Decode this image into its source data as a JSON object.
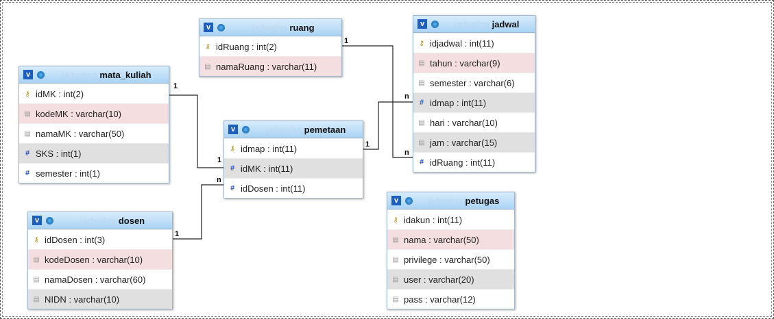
{
  "tables": [
    {
      "id": "ruang",
      "db": "jadwalga",
      "name": "ruang",
      "rows": [
        {
          "icon": "key",
          "field": "idRuang : int(2)",
          "bg": "white"
        },
        {
          "icon": "txt",
          "field": "namaRuang : varchar(11)",
          "bg": "pink"
        }
      ]
    },
    {
      "id": "jadwal",
      "db": "jadwalga",
      "name": "jadwal",
      "rows": [
        {
          "icon": "key",
          "field": "idjadwal : int(11)",
          "bg": "white"
        },
        {
          "icon": "txt",
          "field": "tahun : varchar(9)",
          "bg": "pink"
        },
        {
          "icon": "txt",
          "field": "semester : varchar(6)",
          "bg": "white"
        },
        {
          "icon": "hash",
          "field": "idmap : int(11)",
          "bg": "gray"
        },
        {
          "icon": "txt",
          "field": "hari : varchar(10)",
          "bg": "white"
        },
        {
          "icon": "txt",
          "field": "jam : varchar(15)",
          "bg": "gray"
        },
        {
          "icon": "hash",
          "field": "idRuang : int(11)",
          "bg": "white"
        }
      ]
    },
    {
      "id": "mata_kuliah",
      "db": "jadwalga",
      "name": "mata_kuliah",
      "rows": [
        {
          "icon": "key",
          "field": "idMK : int(2)",
          "bg": "white"
        },
        {
          "icon": "txt",
          "field": "kodeMK : varchar(10)",
          "bg": "pink"
        },
        {
          "icon": "txt",
          "field": "namaMK : varchar(50)",
          "bg": "white"
        },
        {
          "icon": "hash",
          "field": "SKS : int(1)",
          "bg": "gray"
        },
        {
          "icon": "hash",
          "field": "semester : int(1)",
          "bg": "white"
        }
      ]
    },
    {
      "id": "pemetaan",
      "db": "jadwalga",
      "name": "pemetaan",
      "rows": [
        {
          "icon": "key",
          "field": "idmap : int(11)",
          "bg": "white"
        },
        {
          "icon": "hash",
          "field": "idMK : int(11)",
          "bg": "gray"
        },
        {
          "icon": "hash",
          "field": "idDosen : int(11)",
          "bg": "white"
        }
      ]
    },
    {
      "id": "petugas",
      "db": "jadwalga",
      "name": "petugas",
      "rows": [
        {
          "icon": "key",
          "field": "idakun : int(11)",
          "bg": "white"
        },
        {
          "icon": "txt",
          "field": "nama : varchar(50)",
          "bg": "pink"
        },
        {
          "icon": "txt",
          "field": "privilege : varchar(50)",
          "bg": "white"
        },
        {
          "icon": "txt",
          "field": "user : varchar(20)",
          "bg": "gray"
        },
        {
          "icon": "txt",
          "field": "pass : varchar(12)",
          "bg": "white"
        }
      ]
    },
    {
      "id": "dosen",
      "db": "jadwalga",
      "name": "dosen",
      "rows": [
        {
          "icon": "key",
          "field": "idDosen : int(3)",
          "bg": "white"
        },
        {
          "icon": "txt",
          "field": "kodeDosen : varchar(10)",
          "bg": "pink"
        },
        {
          "icon": "txt",
          "field": "namaDosen : varchar(60)",
          "bg": "white"
        },
        {
          "icon": "txt",
          "field": "NIDN : varchar(10)",
          "bg": "gray"
        }
      ]
    }
  ],
  "header_v": "v",
  "icons": {
    "key": "key-icon",
    "hash": "hash-icon",
    "txt": "text-field-icon",
    "gear": "gear-icon"
  },
  "relations": [
    {
      "from": "ruang.idRuang",
      "to": "jadwal.idRuang",
      "from_card": "1",
      "to_card": "n"
    },
    {
      "from": "pemetaan.idmap",
      "to": "jadwal.idmap",
      "from_card": "1",
      "to_card": "n"
    },
    {
      "from": "mata_kuliah.idMK",
      "to": "pemetaan.idMK",
      "from_card": "1",
      "to_card": "1"
    },
    {
      "from": "dosen.idDosen",
      "to": "pemetaan.idDosen",
      "from_card": "1",
      "to_card": "n"
    }
  ]
}
